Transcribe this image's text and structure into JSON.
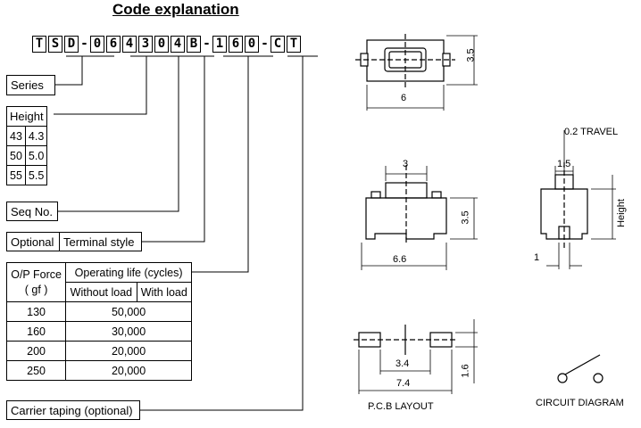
{
  "title": "Code explanation",
  "code_chars": [
    "T",
    "S",
    "D",
    "-",
    "0",
    "6",
    "4",
    "3",
    "0",
    "4",
    "B",
    "-",
    "1",
    "6",
    "0",
    "-",
    "C",
    "T"
  ],
  "series_label": "Series",
  "height_table": {
    "header": "Height",
    "rows": [
      [
        "43",
        "4.3"
      ],
      [
        "50",
        "5.0"
      ],
      [
        "55",
        "5.5"
      ]
    ]
  },
  "seq_label": "Seq No.",
  "optional_label": "Optional",
  "terminal_label": "Terminal style",
  "force_table": {
    "col1_line1": "O/P Force",
    "col1_line2": "( gf )",
    "op_life_header": "Operating life (cycles)",
    "without_load": "Without load",
    "with_load": "With load",
    "rows": [
      [
        "130",
        "50,000"
      ],
      [
        "160",
        "30,000"
      ],
      [
        "200",
        "20,000"
      ],
      [
        "250",
        "20,000"
      ]
    ]
  },
  "carrier_label": "Carrier taping (optional)",
  "dims": {
    "top_width": "6",
    "top_height": "3.5",
    "side_top": "3",
    "side_height": "3.5",
    "side_width": "6.6",
    "travel": "0.2 TRAVEL",
    "right_top": "1.5",
    "right_height": "Height",
    "right_bottom": "1",
    "pcb_inner": "3.4",
    "pcb_outer": "7.4",
    "pcb_height": "1.6"
  },
  "pcb_caption": "P.C.B LAYOUT",
  "circuit_caption": "CIRCUIT DIAGRAM"
}
